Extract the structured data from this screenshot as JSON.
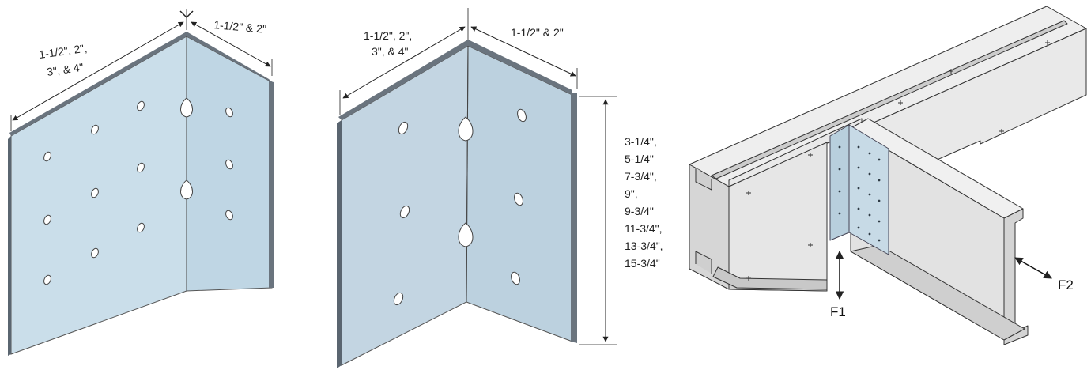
{
  "colors": {
    "plate_light": "#c9dde9",
    "plate_right": "#b9d3e2",
    "plate_edge": "#5a6570",
    "steel_light": "#f2f2f2",
    "steel_mid": "#dedede",
    "steel_dark": "#c4c4c4",
    "line": "#333333"
  },
  "figures": {
    "angle_a": {
      "left_leg_dim": [
        "1-1/2\", 2\",",
        "3\", & 4\""
      ],
      "right_leg_dim": "1-1/2\" & 2\""
    },
    "angle_b": {
      "left_leg_dim": [
        "1-1/2\", 2\",",
        "3\", & 4\""
      ],
      "right_leg_dim": "1-1/2\" & 2\"",
      "height_dims": [
        "3-1/4\",",
        "5-1/4\"",
        "7-3/4\",",
        "9\",",
        "9-3/4\"",
        "11-3/4\",",
        "13-3/4\",",
        "15-3/4\""
      ]
    },
    "installation": {
      "force_1": "F1",
      "force_2": "F2"
    }
  }
}
